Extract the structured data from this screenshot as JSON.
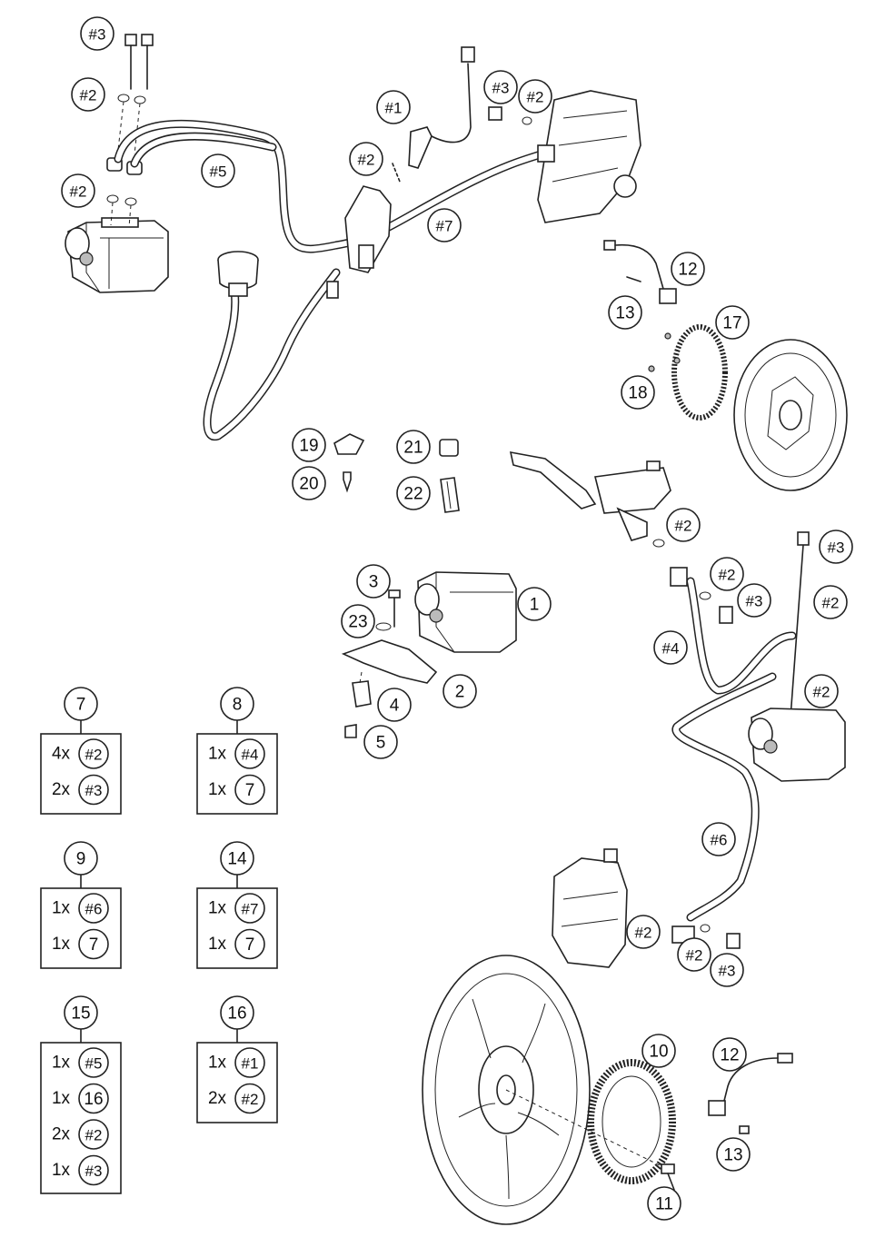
{
  "diagram": {
    "callouts": [
      {
        "id": "c-h3-top",
        "text": "#3"
      },
      {
        "id": "c-h2-a",
        "text": "#2"
      },
      {
        "id": "c-h2-b",
        "text": "#2"
      },
      {
        "id": "c-h5",
        "text": "#5"
      },
      {
        "id": "c-h1",
        "text": "#1"
      },
      {
        "id": "c-h2-c",
        "text": "#2"
      },
      {
        "id": "c-h3-b",
        "text": "#3"
      },
      {
        "id": "c-h2-d",
        "text": "#2"
      },
      {
        "id": "c-h7",
        "text": "#7"
      },
      {
        "id": "c-12-a",
        "text": "12"
      },
      {
        "id": "c-13-a",
        "text": "13"
      },
      {
        "id": "c-17",
        "text": "17"
      },
      {
        "id": "c-18",
        "text": "18"
      },
      {
        "id": "c-19",
        "text": "19"
      },
      {
        "id": "c-20",
        "text": "20"
      },
      {
        "id": "c-21",
        "text": "21"
      },
      {
        "id": "c-22",
        "text": "22"
      },
      {
        "id": "c-h2-e",
        "text": "#2"
      },
      {
        "id": "c-h3-c",
        "text": "#3"
      },
      {
        "id": "c-h2-f",
        "text": "#2"
      },
      {
        "id": "c-h3-d",
        "text": "#3"
      },
      {
        "id": "c-h2-g",
        "text": "#2"
      },
      {
        "id": "c-h4",
        "text": "#4"
      },
      {
        "id": "c-h2-h",
        "text": "#2"
      },
      {
        "id": "c-3",
        "text": "3"
      },
      {
        "id": "c-1",
        "text": "1"
      },
      {
        "id": "c-23",
        "text": "23"
      },
      {
        "id": "c-2",
        "text": "2"
      },
      {
        "id": "c-4",
        "text": "4"
      },
      {
        "id": "c-5",
        "text": "5"
      },
      {
        "id": "c-h6",
        "text": "#6"
      },
      {
        "id": "c-h2-i",
        "text": "#2"
      },
      {
        "id": "c-h2-j",
        "text": "#2"
      },
      {
        "id": "c-h3-e",
        "text": "#3"
      },
      {
        "id": "c-10",
        "text": "10"
      },
      {
        "id": "c-12-b",
        "text": "12"
      },
      {
        "id": "c-13-b",
        "text": "13"
      },
      {
        "id": "c-11",
        "text": "11"
      }
    ],
    "kits": [
      {
        "id": "7",
        "rows": [
          {
            "qty": "4x",
            "part": "#2"
          },
          {
            "qty": "2x",
            "part": "#3"
          }
        ]
      },
      {
        "id": "8",
        "rows": [
          {
            "qty": "1x",
            "part": "#4"
          },
          {
            "qty": "1x",
            "part": "7"
          }
        ]
      },
      {
        "id": "9",
        "rows": [
          {
            "qty": "1x",
            "part": "#6"
          },
          {
            "qty": "1x",
            "part": "7"
          }
        ]
      },
      {
        "id": "14",
        "rows": [
          {
            "qty": "1x",
            "part": "#7"
          },
          {
            "qty": "1x",
            "part": "7"
          }
        ]
      },
      {
        "id": "15",
        "rows": [
          {
            "qty": "1x",
            "part": "#5"
          },
          {
            "qty": "1x",
            "part": "16"
          },
          {
            "qty": "2x",
            "part": "#2"
          },
          {
            "qty": "1x",
            "part": "#3"
          }
        ]
      },
      {
        "id": "16",
        "rows": [
          {
            "qty": "1x",
            "part": "#1"
          },
          {
            "qty": "2x",
            "part": "#2"
          }
        ]
      }
    ]
  }
}
